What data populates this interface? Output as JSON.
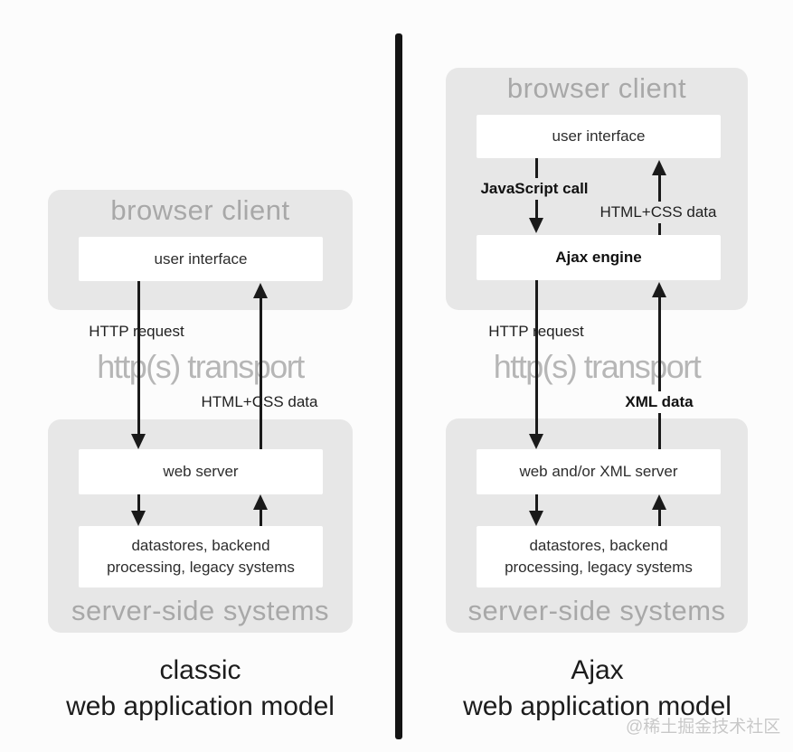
{
  "colors": {
    "background": "#fcfcfc",
    "panel_gray": "#e7e7e7",
    "muted_heading_text": "#a8a8a8",
    "transport_text": "#b6b6b6",
    "ink": "#1a1a1a",
    "divider": "#141414",
    "watermark_text": "#c8c8c8"
  },
  "left_panel": {
    "browser_client_title": "browser client",
    "user_interface_label": "user interface",
    "http_request_label": "HTTP request",
    "transport_label": "http(s) transport",
    "response_data_label": "HTML+CSS data",
    "web_server_label": "web server",
    "datastores_line1": "datastores, backend",
    "datastores_line2": "processing, legacy systems",
    "server_side_title": "server-side systems",
    "caption_line1": "classic",
    "caption_line2": "web application model"
  },
  "right_panel": {
    "browser_client_title": "browser client",
    "user_interface_label": "user interface",
    "javascript_call_label": "JavaScript call",
    "html_css_data_label": "HTML+CSS data",
    "ajax_engine_label": "Ajax engine",
    "http_request_label": "HTTP request",
    "transport_label": "http(s) transport",
    "response_data_label": "XML data",
    "web_server_label": "web and/or XML server",
    "datastores_line1": "datastores, backend",
    "datastores_line2": "processing, legacy systems",
    "server_side_title": "server-side systems",
    "caption_line1": "Ajax",
    "caption_line2": "web application model"
  },
  "watermark": "@稀土掘金技术社区"
}
